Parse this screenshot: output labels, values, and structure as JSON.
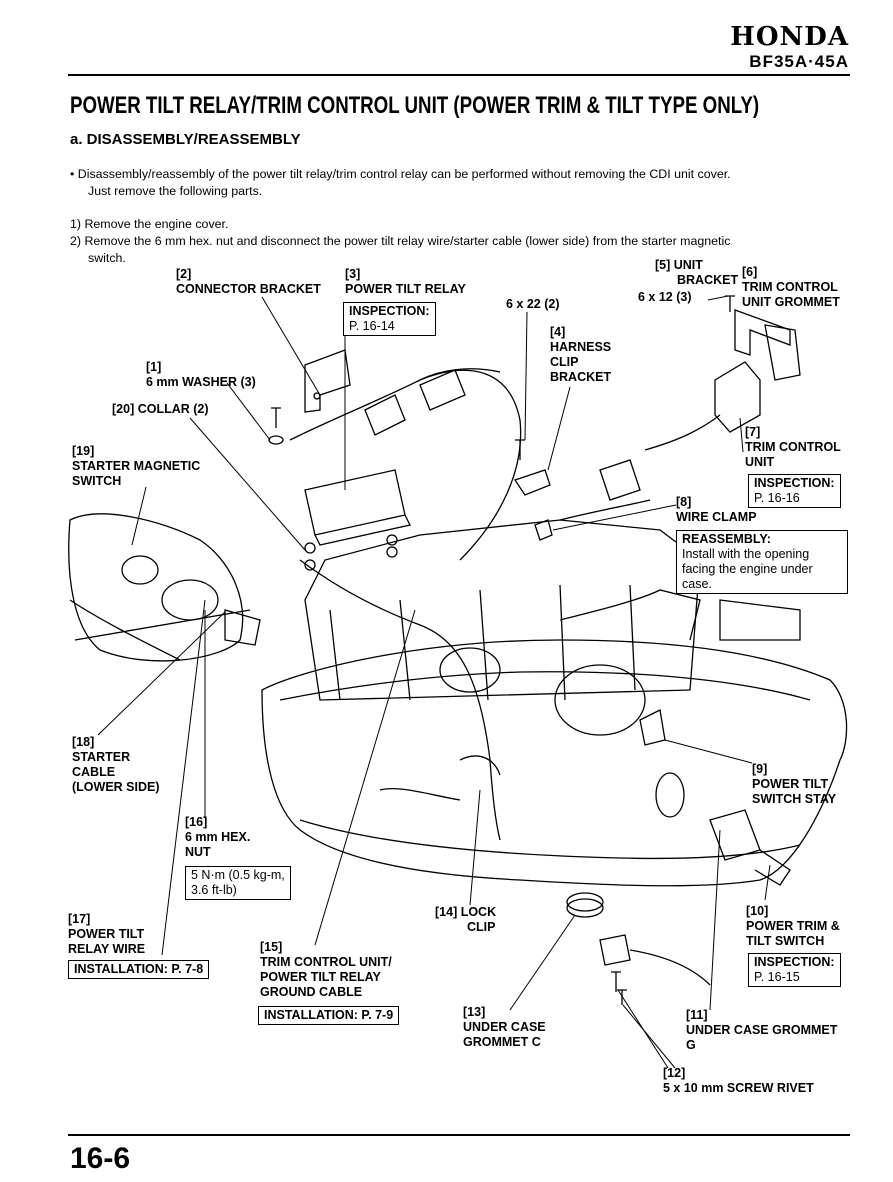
{
  "header": {
    "brand": "HONDA",
    "model": "BF35A·45A"
  },
  "title": "POWER TILT RELAY/TRIM CONTROL UNIT (POWER TRIM & TILT TYPE ONLY)",
  "section": "a. DISASSEMBLY/REASSEMBLY",
  "bullet": {
    "line1": "•  Disassembly/reassembly of the power tilt relay/trim control relay can be performed without removing the CDI unit cover.",
    "line2": "Just remove the following parts."
  },
  "steps": [
    "1) Remove the engine cover.",
    "2) Remove the 6 mm hex. nut and disconnect the power tilt relay wire/starter cable (lower side) from the starter magnetic",
    "switch."
  ],
  "labels": {
    "l2": [
      "[2]",
      "CONNECTOR BRACKET"
    ],
    "l3": [
      "[3]",
      "POWER TILT RELAY"
    ],
    "l3_box": [
      "INSPECTION:",
      "P. 16-14"
    ],
    "l6x22": "6 x 22 (2)",
    "l4": [
      "[4]",
      "HARNESS",
      "CLIP",
      "BRACKET"
    ],
    "l5": [
      "[5] UNIT",
      "BRACKET"
    ],
    "l6": [
      "[6]",
      "TRIM CONTROL",
      "UNIT GROMMET"
    ],
    "l6x12": "6 x 12 (3)",
    "l1": [
      "[1]",
      "6 mm WASHER (3)"
    ],
    "l20": "[20] COLLAR (2)",
    "l19": [
      "[19]",
      "STARTER MAGNETIC",
      "SWITCH"
    ],
    "l7": [
      "[7]",
      "TRIM CONTROL",
      "UNIT"
    ],
    "l7_box": [
      "INSPECTION:",
      "P. 16-16"
    ],
    "l8": [
      "[8]",
      "WIRE CLAMP"
    ],
    "l8_box": [
      "REASSEMBLY:",
      "Install with the opening",
      "facing the engine under",
      "case."
    ],
    "l18": [
      "[18]",
      "STARTER",
      "CABLE",
      "(LOWER SIDE)"
    ],
    "l9": [
      "[9]",
      "POWER TILT",
      "SWITCH STAY"
    ],
    "l16": [
      "[16]",
      "6 mm HEX.",
      "NUT"
    ],
    "l16_box": [
      "5 N·m (0.5 kg-m,",
      "3.6 ft-lb)"
    ],
    "l17": [
      "[17]",
      "POWER TILT",
      "RELAY WIRE"
    ],
    "l17_box": "INSTALLATION: P. 7-8",
    "l14": [
      "[14] LOCK",
      "CLIP"
    ],
    "l10": [
      "[10]",
      "POWER TRIM &",
      "TILT SWITCH"
    ],
    "l10_box": [
      "INSPECTION:",
      "P. 16-15"
    ],
    "l15": [
      "[15]",
      "TRIM CONTROL UNIT/",
      "POWER TILT RELAY",
      "GROUND CABLE"
    ],
    "l15_box": "INSTALLATION: P. 7-9",
    "l13": [
      "[13]",
      "UNDER CASE",
      "GROMMET C"
    ],
    "l11": [
      "[11]",
      "UNDER CASE GROMMET",
      "G"
    ],
    "l12": [
      "[12]",
      "5 x 10 mm SCREW RIVET"
    ]
  },
  "page_number": "16-6"
}
